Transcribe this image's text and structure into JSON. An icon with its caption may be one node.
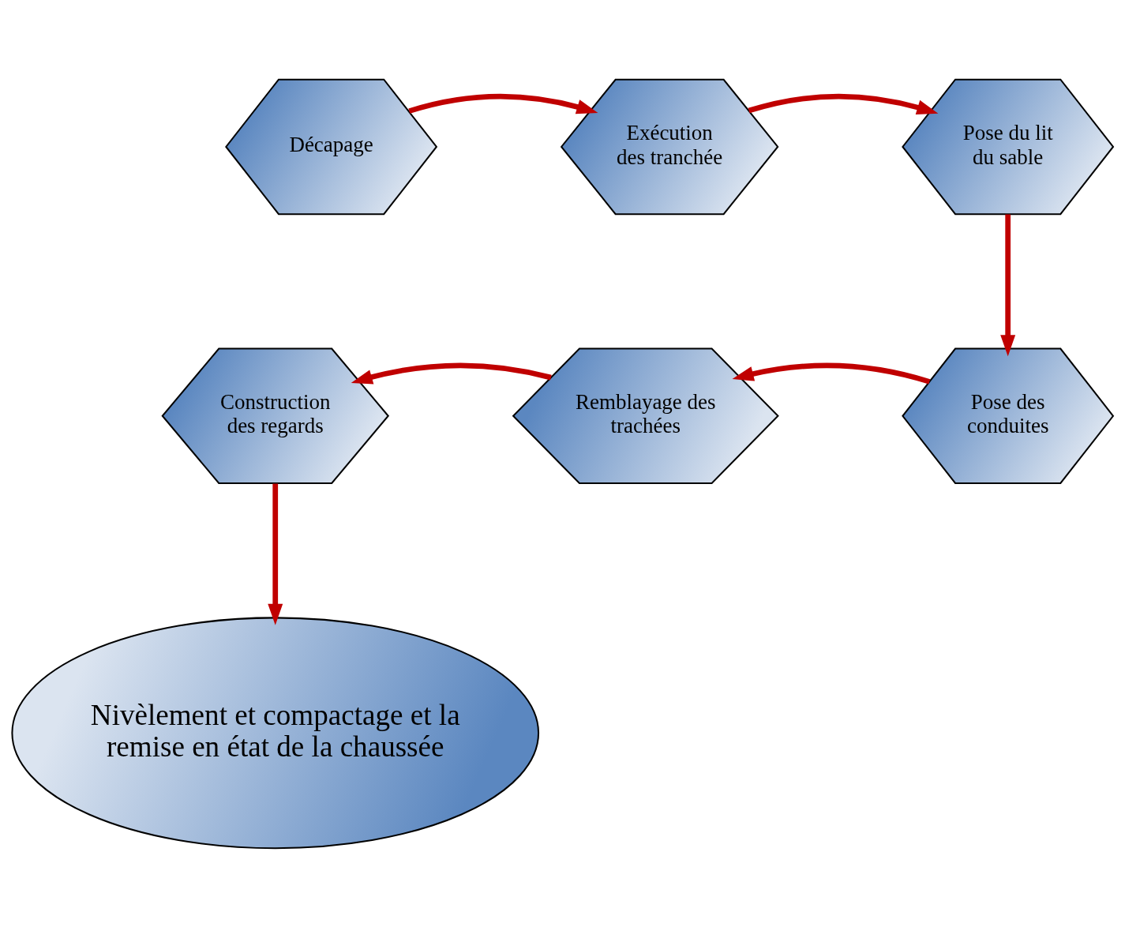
{
  "diagram": {
    "nodes": [
      {
        "text": [
          "Décapage"
        ]
      },
      {
        "text": [
          "Exécution des tranchée"
        ]
      },
      {
        "text": [
          "Pose du lit du sable"
        ]
      },
      {
        "text": [
          "Pose des conduites"
        ]
      },
      {
        "text": [
          "Remblayage des trachées"
        ]
      },
      {
        "text": [
          "Construction des regards"
        ]
      },
      {
        "text": [
          "Nivèlement et compactage et la remise en état de la chaussée"
        ]
      }
    ],
    "edges": [
      {
        "from": 0,
        "to": 1,
        "arrow": "to"
      },
      {
        "from": 1,
        "to": 2,
        "arrow": "to"
      },
      {
        "from": 2,
        "to": 3,
        "arrow": "to"
      },
      {
        "from": 3,
        "to": 4,
        "arrow": "to"
      },
      {
        "from": 4,
        "to": 5,
        "arrow": "to"
      },
      {
        "from": 5,
        "to": 6,
        "arrow": "to"
      }
    ]
  }
}
